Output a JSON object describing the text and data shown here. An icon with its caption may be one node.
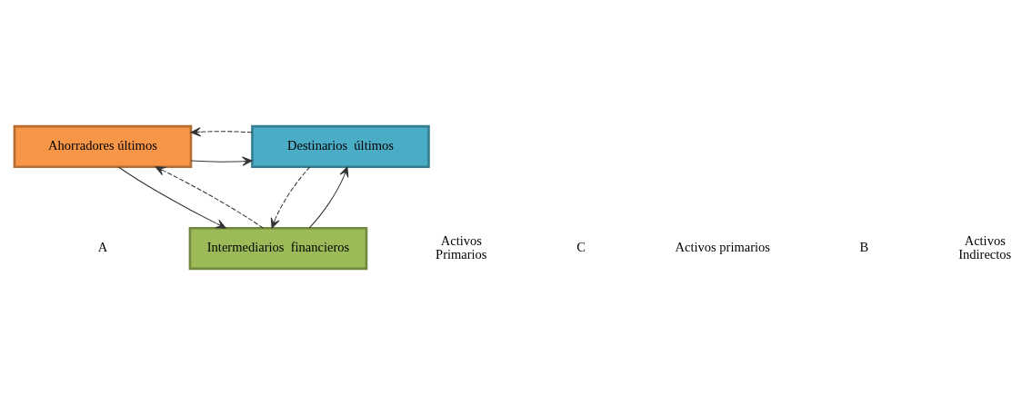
{
  "diagram": {
    "nodes": [
      {
        "text": [
          "Destinarios  últimos"
        ]
      },
      {
        "text": [
          "Ahorradores últimos"
        ]
      },
      {
        "text": [
          "Intermediarios  financieros"
        ]
      }
    ],
    "edges": [
      {
        "from": 1,
        "to": 0,
        "arrow": "to"
      },
      {
        "from": 0,
        "to": 1,
        "arrow": "to",
        "style": "dashed"
      },
      {
        "from": 1,
        "to": 2,
        "arrow": "to"
      },
      {
        "from": 2,
        "to": 1,
        "arrow": "to",
        "style": "dashed"
      },
      {
        "from": 2,
        "to": 0,
        "arrow": "to"
      },
      {
        "from": 0,
        "to": 2,
        "arrow": "to",
        "style": "dashed"
      }
    ],
    "labels": [
      "A",
      "Activos Primarios",
      "C",
      "Activos primarios",
      "B",
      "Activos Indirectos"
    ]
  }
}
